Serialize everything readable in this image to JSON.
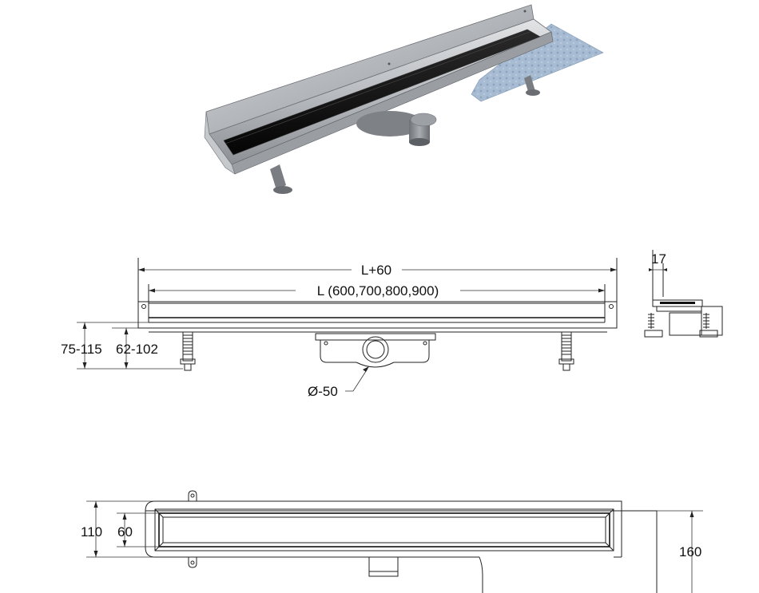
{
  "dimensions": {
    "overall_length": "L+60",
    "length_options": "L (600,700,800,900)",
    "flange_width": "17",
    "height_range_outer": "75-115",
    "height_range_inner": "62-102",
    "outlet_diameter": "Ø-50",
    "width_outer": "110",
    "width_inner": "60",
    "membrane_width": "160"
  },
  "colors": {
    "steel": "#b9bcc0",
    "steel_dark": "#7d8186",
    "glass": "#141414",
    "membrane": "#9fb4cc",
    "plastic": "#8c8f93"
  }
}
